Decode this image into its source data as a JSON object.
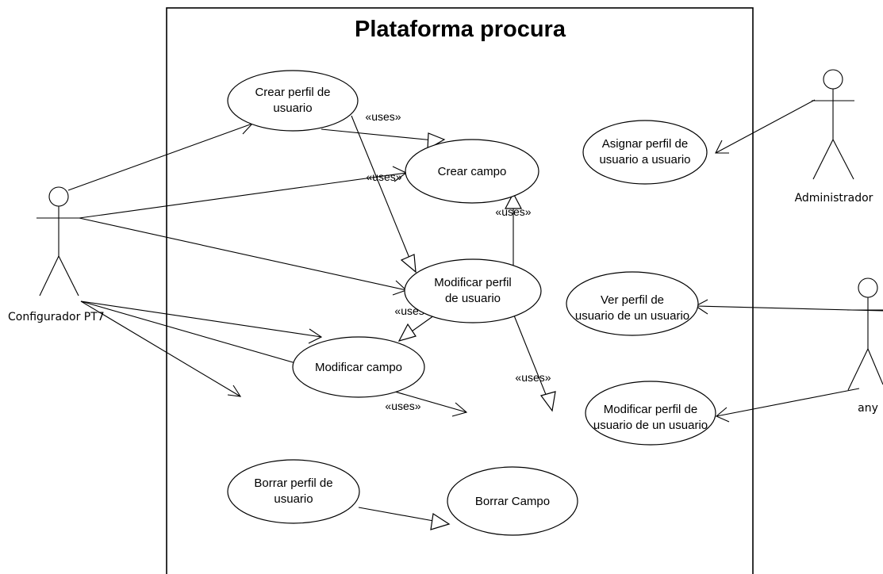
{
  "diagram": {
    "system_title": "Plataforma procura",
    "actors": {
      "configurador": "Configurador PT7",
      "administrador": "Administrador",
      "any": "any"
    },
    "use_cases": {
      "crear_perfil": [
        "Crear perfil de",
        "usuario"
      ],
      "crear_campo": [
        "Crear campo"
      ],
      "modificar_perfil": [
        "Modificar perfil",
        "de usuario"
      ],
      "modificar_campo": [
        "Modificar campo"
      ],
      "borrar_perfil": [
        "Borrar perfil de",
        "usuario"
      ],
      "borrar_campo": [
        "Borrar Campo"
      ],
      "asignar_perfil": [
        "Asignar perfil de",
        "usuario a usuario"
      ],
      "ver_perfil": [
        "Ver perfil de",
        "usuario de un usuario"
      ],
      "modificar_perfil_usuario": [
        "Modificar perfil de",
        "usuario de un usuario"
      ]
    },
    "stereotype": "«uses»"
  }
}
